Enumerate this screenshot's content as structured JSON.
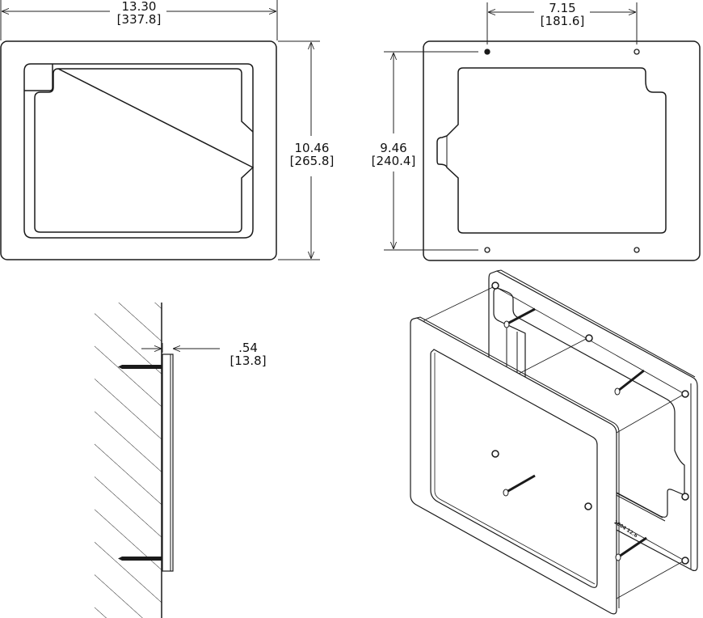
{
  "drawing": {
    "front_view": {
      "width_dim": {
        "inches": "13.30",
        "mm": "[337.8]"
      },
      "height_dim": {
        "inches": "10.46",
        "mm": "[265.8]"
      }
    },
    "back_view": {
      "hole_spacing_dim": {
        "inches": "7.15",
        "mm": "[181.6]"
      },
      "hole_vertical_dim": {
        "inches": "9.46",
        "mm": "[240.4]"
      }
    },
    "side_view": {
      "depth_dim": {
        "inches": ".54",
        "mm": "[13.8]"
      }
    },
    "isometric_view": {
      "part_stamp": "1004  12.6"
    },
    "colors": {
      "line": "#1a1a1a",
      "background": "#ffffff"
    }
  }
}
